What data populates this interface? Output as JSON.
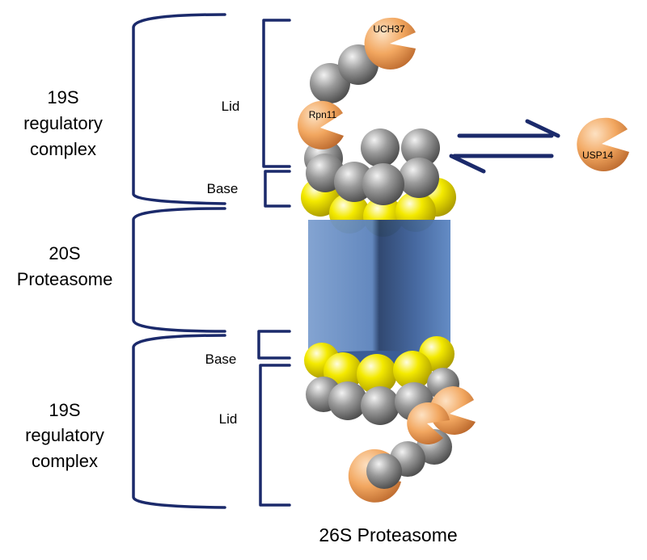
{
  "labels": {
    "top_complex": [
      "19S",
      "regulatory",
      "complex"
    ],
    "top_lid": "Lid",
    "top_base": "Base",
    "core": [
      "20S",
      "Proteasome"
    ],
    "bottom_base": "Base",
    "bottom_lid": "Lid",
    "bottom_complex": [
      "19S",
      "regulatory",
      "complex"
    ],
    "caption": "26S Proteasome"
  },
  "enzymes": {
    "uch37": "UCH37",
    "rpn11": "Rpn11",
    "usp14": "USP14"
  },
  "colors": {
    "brace": "#1b2a6b",
    "arrow": "#1b2a6b",
    "subunit_gray": "#8c8c8c",
    "subunit_yellow": "#f2e600",
    "enzyme_orange": "#f0a050",
    "core_blue": "#3f6aa8"
  }
}
